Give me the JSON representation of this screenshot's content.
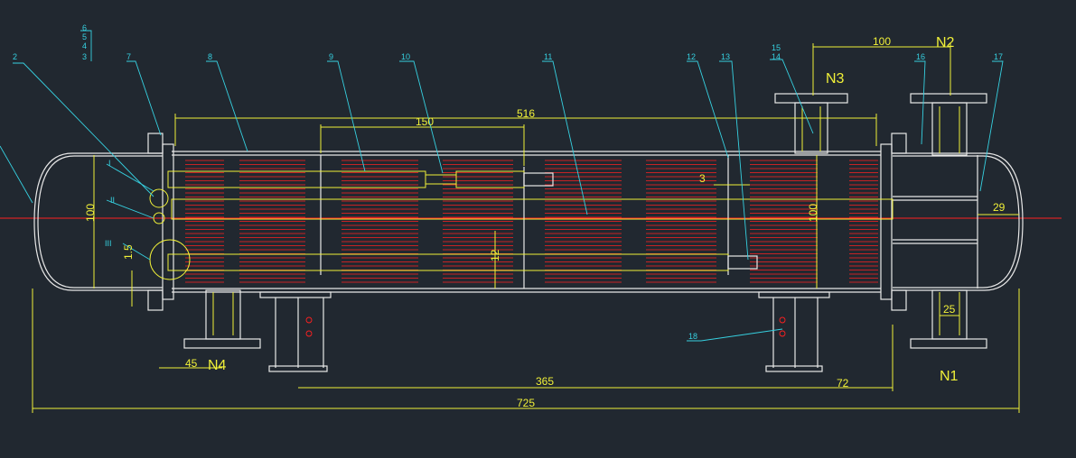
{
  "dimensions": {
    "d100_top": "100",
    "d516": "516",
    "d150": "150",
    "d3": "3",
    "d12": "12",
    "d100_left": "100",
    "d100_right": "100",
    "d15": "1.5",
    "d29": "29",
    "d25": "25",
    "d45": "45",
    "d365": "365",
    "d72": "72",
    "d725": "725"
  },
  "nozzles": {
    "n1": "N1",
    "n2": "N2",
    "n3": "N3",
    "n4": "N4"
  },
  "details": {
    "d1": "I",
    "d2": "II",
    "d3": "III"
  },
  "parts": {
    "p6": "6",
    "p5": "5",
    "p4": "4",
    "p3": "3",
    "p2": "2",
    "p7": "7",
    "p8": "8",
    "p9": "9",
    "p10": "10",
    "p11": "11",
    "p12": "12",
    "p13": "13",
    "p15": "15",
    "p14": "14",
    "p16": "16",
    "p17": "17",
    "p18": "18"
  },
  "colors": {
    "background": "#212830",
    "outline": "#e8e8e8",
    "dimension": "#f0f038",
    "leader": "#36d0e0",
    "tube": "#ff2020"
  }
}
